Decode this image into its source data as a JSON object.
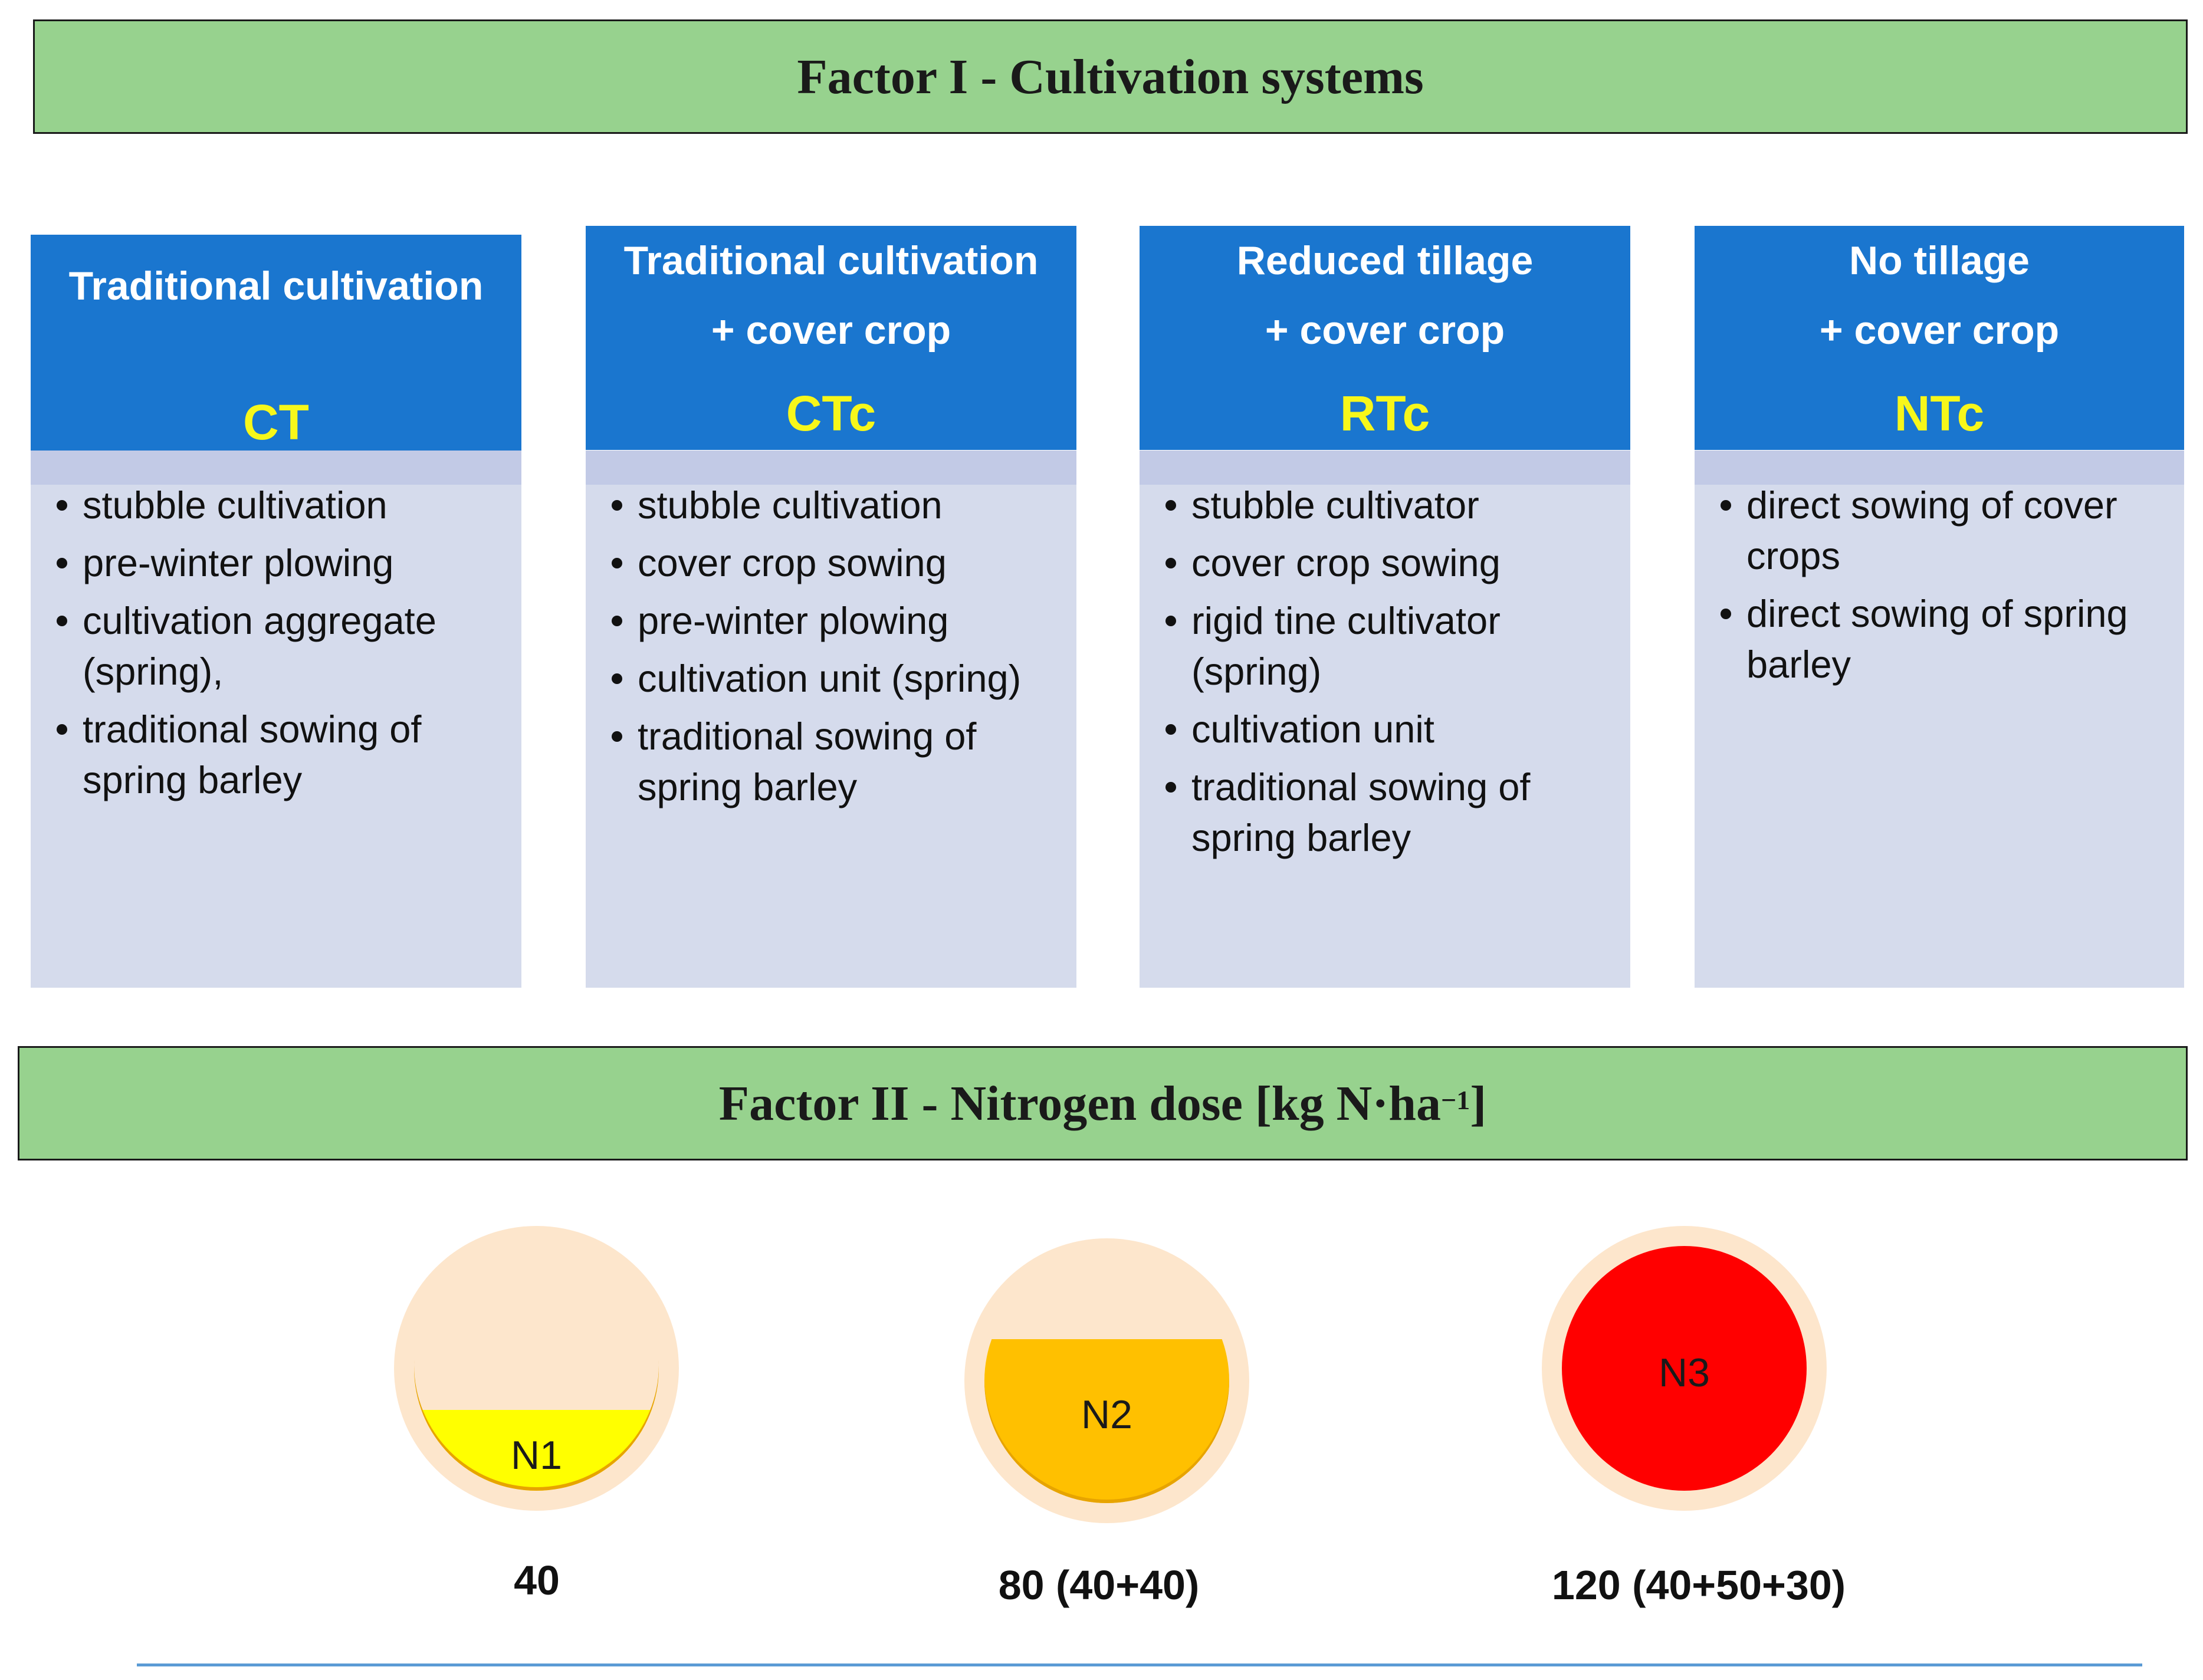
{
  "factor1": {
    "title": "Factor I - Cultivation systems"
  },
  "factor2": {
    "title": "Factor II - Nitrogen dose [kg N·ha",
    "superscript": "−1",
    "title_end": "]"
  },
  "systems": [
    {
      "title_line1": "Traditional cultivation",
      "title_line2": "",
      "code": "CT",
      "items": [
        "stubble cultivation",
        "pre-winter plowing",
        "cultivation aggregate (spring),",
        "traditional sowing of spring barley"
      ]
    },
    {
      "title_line1": "Traditional cultivation",
      "title_line2": "+ cover crop",
      "code": "CTc",
      "items": [
        "stubble cultivation",
        "cover crop sowing",
        "pre-winter plowing",
        "cultivation unit (spring)",
        "traditional sowing of spring barley"
      ]
    },
    {
      "title_line1": "Reduced tillage",
      "title_line2": "+ cover crop",
      "code": "RTc",
      "items": [
        "stubble cultivator",
        "cover crop sowing",
        "rigid tine cultivator (spring)",
        "cultivation unit",
        "traditional sowing of spring barley"
      ]
    },
    {
      "title_line1": "No tillage",
      "title_line2": "+ cover crop",
      "code": "NTc",
      "items": [
        "direct sowing of cover crops",
        "direct sowing of spring barley"
      ]
    }
  ],
  "doses": [
    {
      "label": "N1",
      "value": "40",
      "fill_fraction": 0.33,
      "fill_color": "#ffff00"
    },
    {
      "label": "N2",
      "value": "80 (40+40)",
      "fill_fraction": 0.67,
      "fill_color": "#ffc000"
    },
    {
      "label": "N3",
      "value": "120 (40+50+30)",
      "fill_fraction": 1.0,
      "fill_color": "#ff0000"
    }
  ],
  "colors": {
    "factor_bar": "#97d28e",
    "header": "#1a76cf",
    "code_text": "#f7f71a",
    "card_body": "#d5dbec",
    "circle_bg": "#fde6cc"
  }
}
